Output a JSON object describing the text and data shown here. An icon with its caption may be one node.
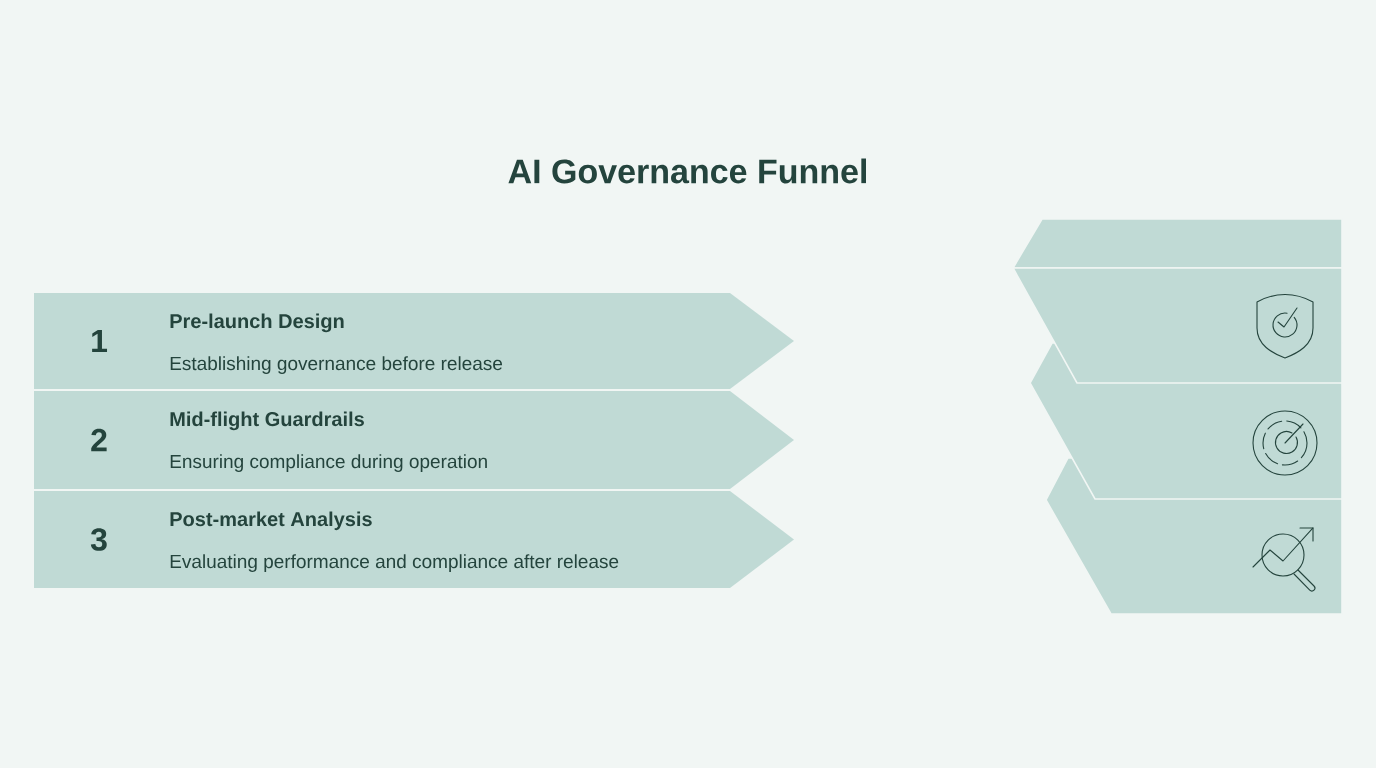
{
  "diagram": {
    "title": "AI Governance Funnel",
    "nodes": [
      {
        "text": [
          "1",
          "Pre-launch Design",
          "Establishing governance before release"
        ]
      },
      {
        "text": [
          "2",
          "Mid-flight Guardrails",
          "Ensuring compliance during operation"
        ]
      },
      {
        "text": [
          "3",
          "Post-market Analysis",
          "Evaluating performance and compliance after release"
        ]
      }
    ]
  }
}
